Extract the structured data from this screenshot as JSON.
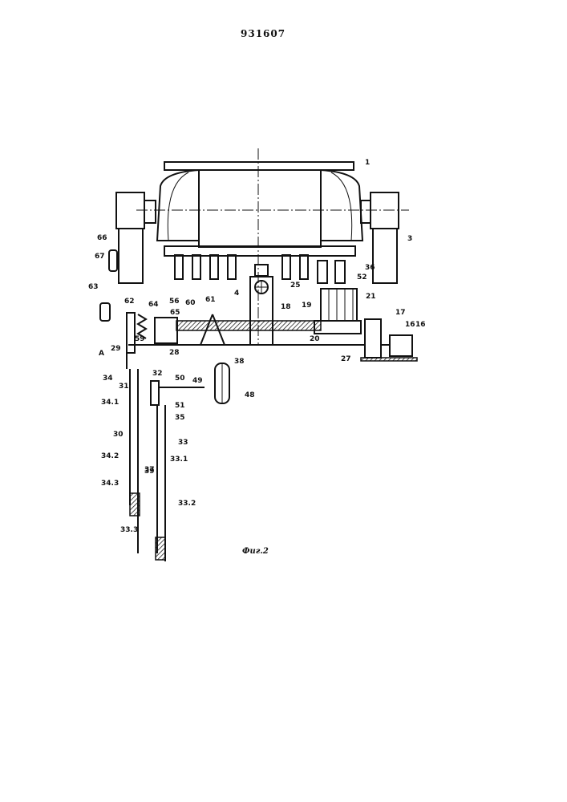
{
  "patent_number": "931607",
  "figure_caption": "Фиг.2",
  "labels": [
    "1",
    "3",
    "4",
    "16",
    "16",
    "17",
    "18",
    "19",
    "20",
    "21",
    "25",
    "27",
    "28",
    "29",
    "30",
    "31",
    "32",
    "33",
    "33.1",
    "33.2",
    "33.3",
    "34",
    "34.1",
    "34.2",
    "34.3",
    "35",
    "36",
    "37",
    "38",
    "39",
    "48",
    "49",
    "50",
    "51",
    "52",
    "56",
    "59",
    "60",
    "61",
    "62",
    "63",
    "64",
    "65",
    "66",
    "67",
    "A"
  ]
}
